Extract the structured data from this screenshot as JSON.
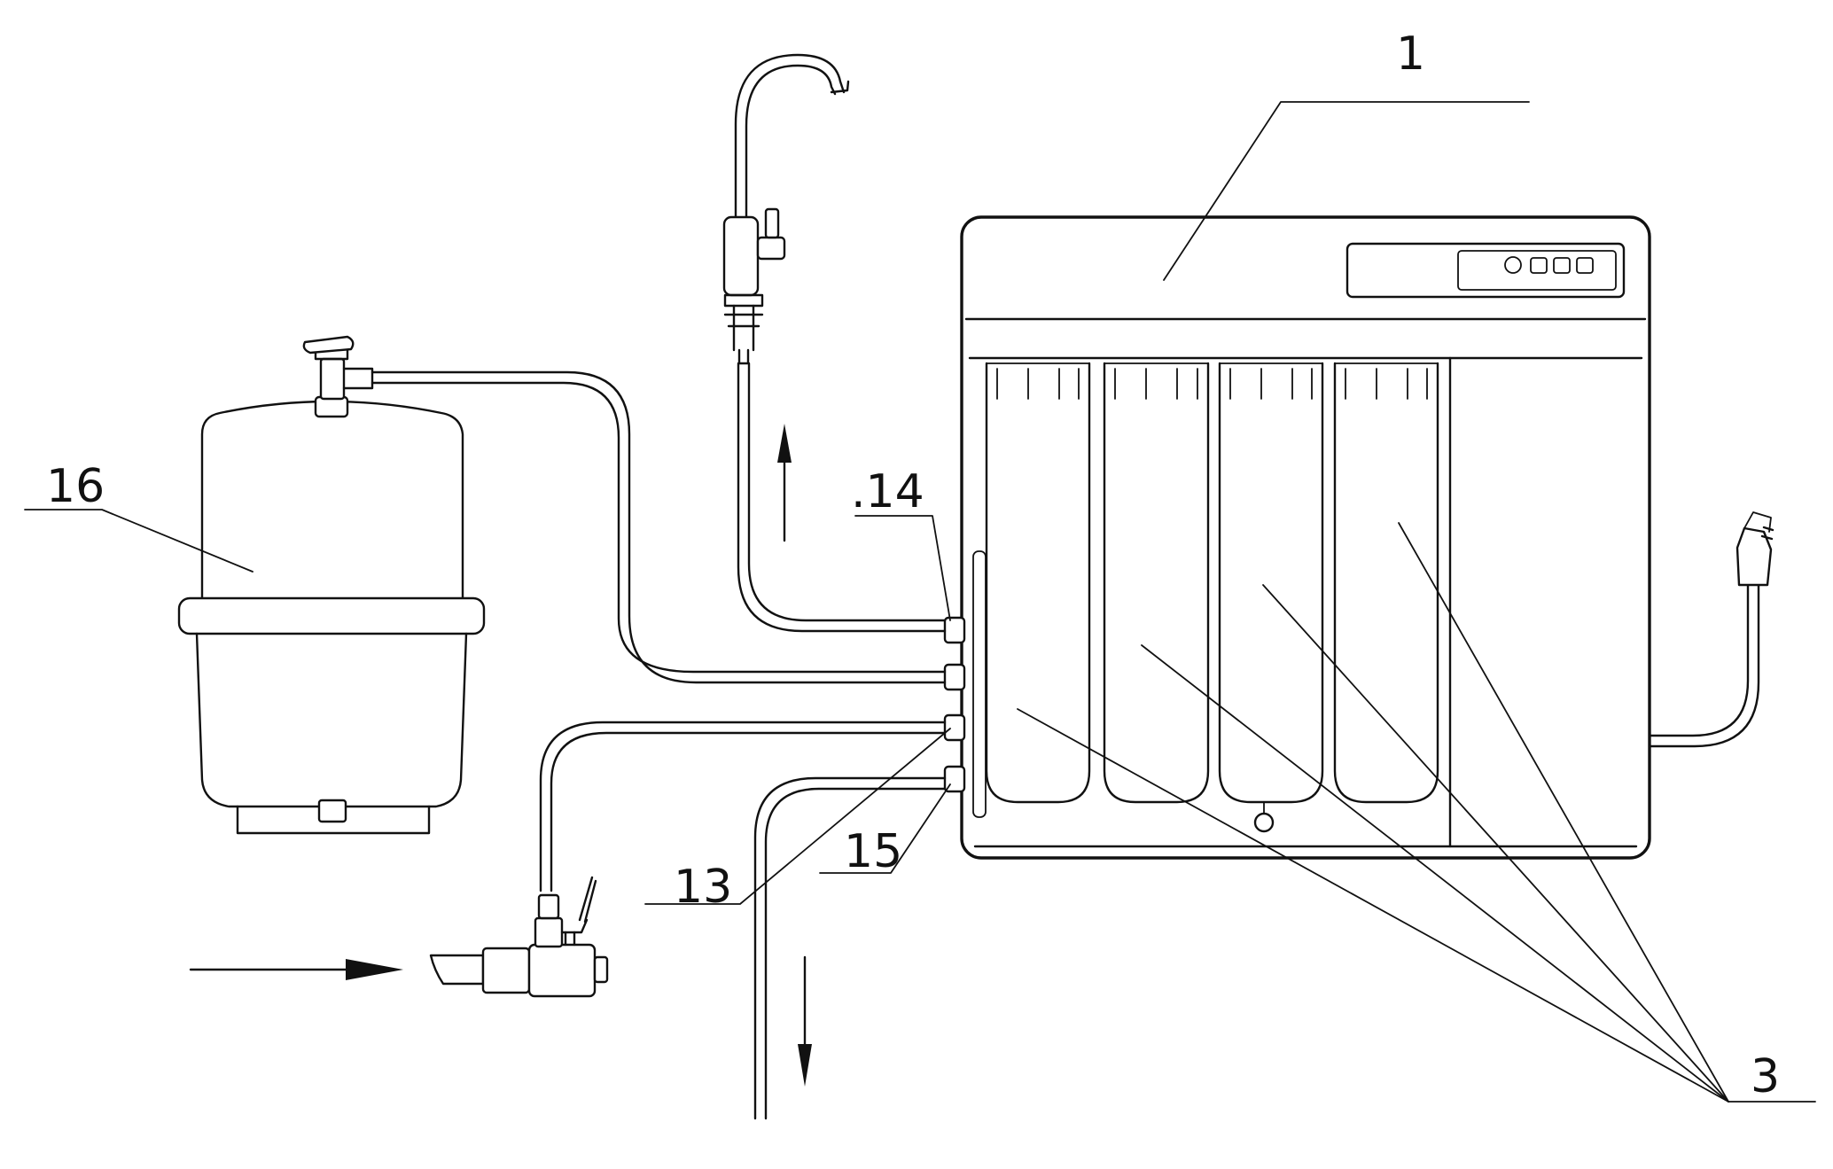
{
  "labels": {
    "unit": "1",
    "cartridges": "3",
    "outlet_left": "13",
    "outlet_top": ".14",
    "outlet_bottom": "15",
    "tank": "16"
  }
}
